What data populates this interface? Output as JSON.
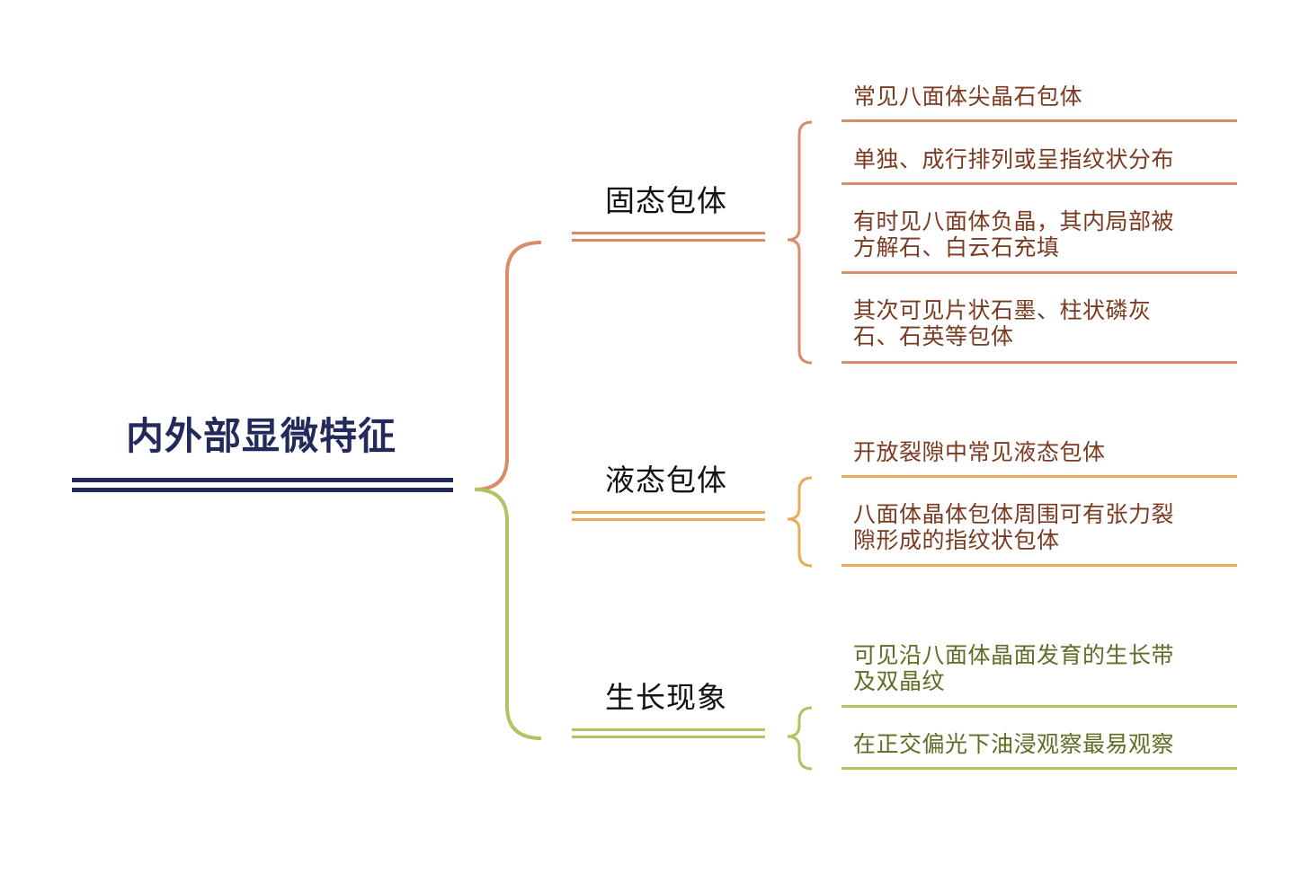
{
  "colors": {
    "root": "#222a5c",
    "solid": "#d98b6a",
    "liquid": "#e8ad5a",
    "growth": "#b2c35f",
    "solid_text": "#7a3a20",
    "liquid_text": "#7a3a20",
    "growth_text": "#5d6d24"
  },
  "root": {
    "title": "内外部显微特征"
  },
  "branches": [
    {
      "title": "固态包体",
      "items": [
        {
          "lines": [
            "常见八面体尖晶石包体"
          ]
        },
        {
          "lines": [
            "单独、成行排列或呈指纹状分布"
          ]
        },
        {
          "lines": [
            "有时见八面体负晶，其内局部被",
            "方解石、白云石充填"
          ]
        },
        {
          "lines": [
            "其次可见片状石墨、柱状磷灰",
            "石、石英等包体"
          ]
        }
      ]
    },
    {
      "title": "液态包体",
      "items": [
        {
          "lines": [
            "开放裂隙中常见液态包体"
          ]
        },
        {
          "lines": [
            "八面体晶体包体周围可有张力裂",
            "隙形成的指纹状包体"
          ]
        }
      ]
    },
    {
      "title": "生长现象",
      "items": [
        {
          "lines": [
            "可见沿八面体晶面发育的生长带",
            "及双晶纹"
          ]
        },
        {
          "lines": [
            "在正交偏光下油浸观察最易观察"
          ]
        }
      ]
    }
  ]
}
